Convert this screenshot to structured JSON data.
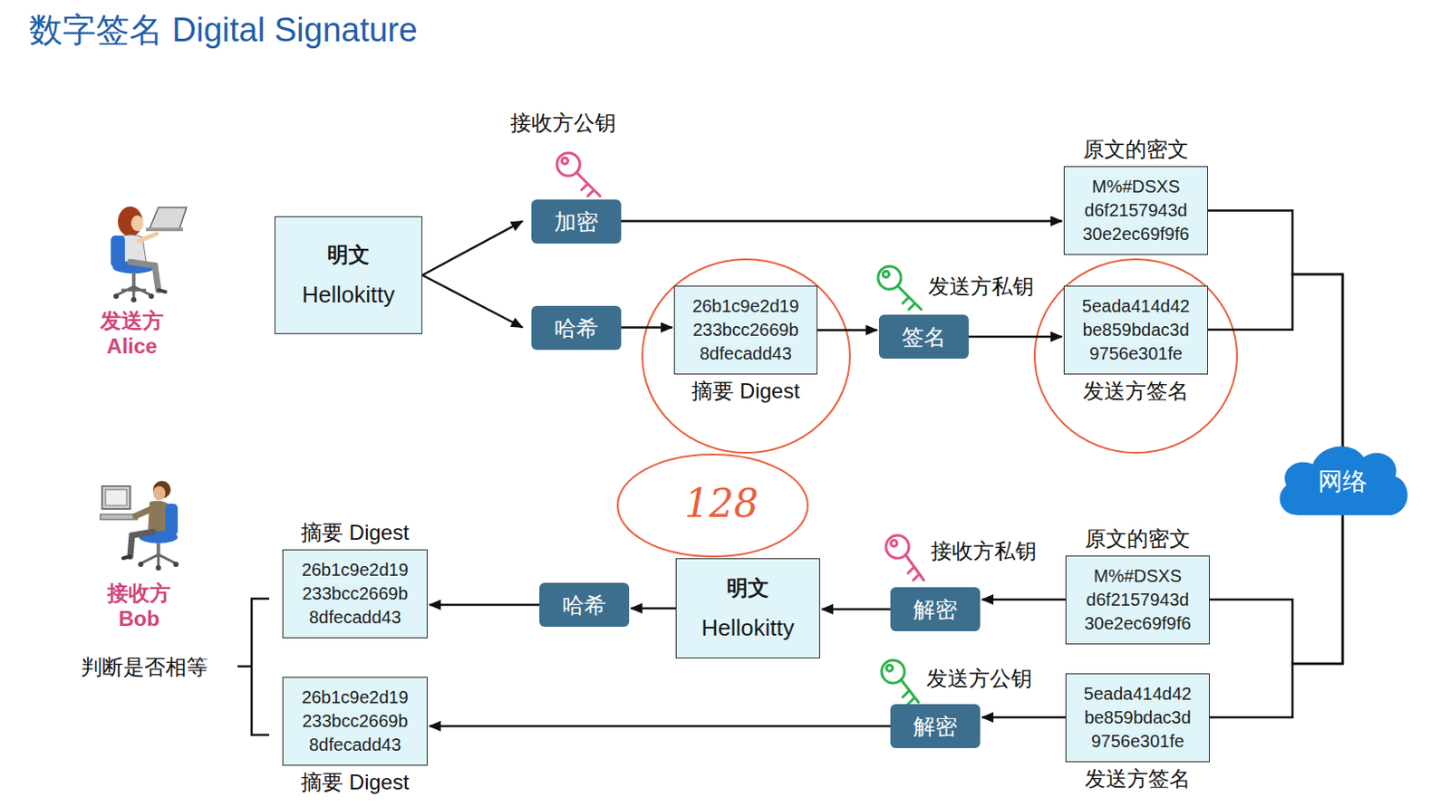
{
  "diagram": {
    "title": "数字签名 Digital Signature",
    "nodes": [
      {
        "text": [
          "明文",
          "Hellokitty"
        ]
      },
      {
        "text": [
          "加密"
        ]
      },
      {
        "text": [
          "哈希"
        ]
      },
      {
        "text": [
          "26b1c9e2d19 233bcc2669b 8dfecadd43",
          "摘要 Digest"
        ]
      },
      {
        "text": [
          "签名"
        ]
      },
      {
        "text": [
          "原文的密文",
          "M%#DSXS d6f2157943d 30e2ec69f9f6"
        ]
      },
      {
        "text": [
          "5eada414d42 be859bdac3d 9756e301fe",
          "发送方签名"
        ]
      },
      {
        "text": [
          "网络"
        ]
      },
      {
        "text": [
          "原文的密文",
          "M%#DSXS d6f2157943d 30e2ec69f9f6"
        ]
      },
      {
        "text": [
          "5eada414d42 be859bdac3d 9756e301fe",
          "发送方签名"
        ]
      },
      {
        "text": [
          "解密"
        ]
      },
      {
        "text": [
          "解密"
        ]
      },
      {
        "text": [
          "明文",
          "Hellokitty"
        ]
      },
      {
        "text": [
          "哈希"
        ]
      },
      {
        "text": [
          "摘要 Digest",
          "26b1c9e2d19 233bcc2669b 8dfecadd43"
        ]
      },
      {
        "text": [
          "26b1c9e2d19 233bcc2669b 8dfecadd43",
          "摘要 Digest"
        ]
      }
    ],
    "edges": [
      {
        "from": 0,
        "to": 1,
        "arrow": "to"
      },
      {
        "from": 0,
        "to": 2,
        "arrow": "to"
      },
      {
        "from": 1,
        "to": 5,
        "arrow": "to"
      },
      {
        "from": 2,
        "to": 3,
        "arrow": "to"
      },
      {
        "from": 3,
        "to": 4,
        "arrow": "to"
      },
      {
        "from": 4,
        "to": 6,
        "arrow": "to"
      },
      {
        "from": 5,
        "to": 7,
        "arrow": "none"
      },
      {
        "from": 6,
        "to": 7,
        "arrow": "none"
      },
      {
        "from": 7,
        "to": 8,
        "arrow": "none"
      },
      {
        "from": 7,
        "to": 9,
        "arrow": "none"
      },
      {
        "from": 8,
        "to": 10,
        "arrow": "to"
      },
      {
        "from": 10,
        "to": 12,
        "arrow": "to"
      },
      {
        "from": 12,
        "to": 13,
        "arrow": "to"
      },
      {
        "from": 13,
        "to": 14,
        "arrow": "to"
      },
      {
        "from": 9,
        "to": 11,
        "arrow": "to"
      },
      {
        "from": 11,
        "to": 15,
        "arrow": "to"
      }
    ],
    "labels": [
      "接收方公钥",
      "发送方私钥",
      "发送方 Alice",
      "128",
      "接收方私钥",
      "发送方公钥",
      "接收方 Bob",
      "判断是否相等"
    ]
  }
}
